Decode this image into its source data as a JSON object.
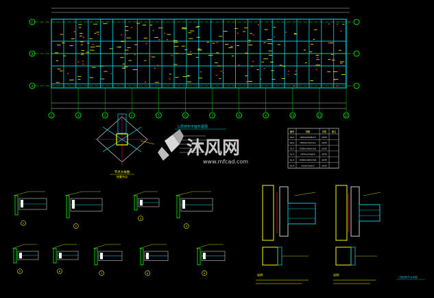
{
  "drawing": {
    "grid_labels_bottom": [
      "1",
      "2",
      "3",
      "4",
      "5",
      "6",
      "7",
      "8",
      "9",
      "10",
      "11",
      "12"
    ],
    "grid_labels_left": [
      "C",
      "B",
      "A"
    ],
    "plan_title": "三层结构平面布置图",
    "node_title": "节点大样图",
    "node_subtitle": "柱脚节点",
    "table_headers": [
      "编号",
      "规格",
      "材质",
      "备注"
    ],
    "table_rows": [
      [
        "GZ-1",
        "H400x200x8x13",
        "Q235"
      ],
      [
        "GZ-2",
        "H350x175x7x11",
        "Q235"
      ],
      [
        "GL-1",
        "H300x150x6.5x9",
        "Q235"
      ],
      [
        "GL-2",
        "H250x125x6x9",
        "Q235"
      ],
      [
        "GL-3",
        "H200x100x5.5x8",
        "Q235"
      ],
      [
        "GL-4",
        "H150x75x5x7",
        "Q235"
      ]
    ],
    "detail_numbers": [
      "1",
      "2",
      "3",
      "4",
      "5",
      "6",
      "7",
      "8",
      "9"
    ],
    "note_label_left": "说明:",
    "note_label_right": "说明:",
    "sheet_title": "三层结构节点详图"
  },
  "watermark": {
    "brand_cn": "沐风网",
    "brand_url": "www.mfcad.com"
  },
  "colors": {
    "background": "#000000",
    "beam": "#00c8d2",
    "axis": "#00ff00",
    "text": "#ffff00",
    "marker": "#ff3030",
    "column": "#ffffff",
    "watermark": "#c8c8c8",
    "accent": "#ff0080"
  }
}
